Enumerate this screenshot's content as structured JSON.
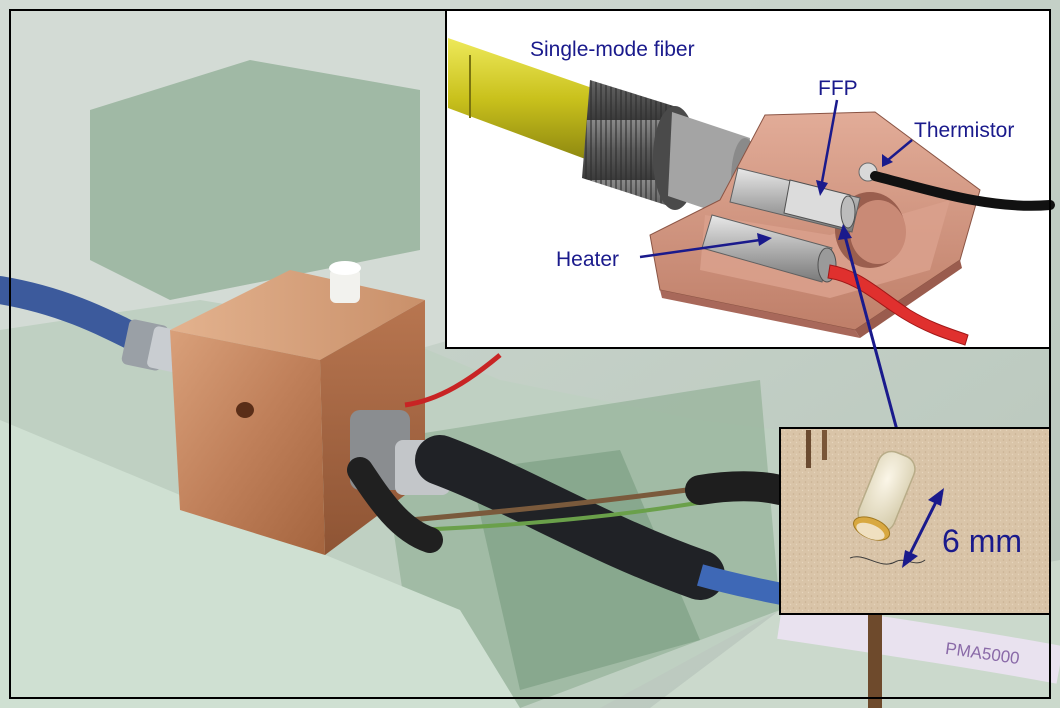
{
  "inset_cad": {
    "labels": {
      "fiber": "Single-mode fiber",
      "ffp": "FFP",
      "thermistor": "Thermistor",
      "heater": "Heater"
    }
  },
  "inset_photo": {
    "scale_label": "6 mm"
  },
  "photo": {
    "cable_print": "PMA5000"
  },
  "colors": {
    "annotation": "#1a1a8c",
    "frame": "#000000",
    "copper": "#c88a5e",
    "cad_copper": "#d49a86",
    "fiber_yellow": "#c8c21c",
    "cable_blue": "#3c5a9c",
    "foam_green": "#9fb7a0",
    "heater_wire": "#d8282a"
  }
}
